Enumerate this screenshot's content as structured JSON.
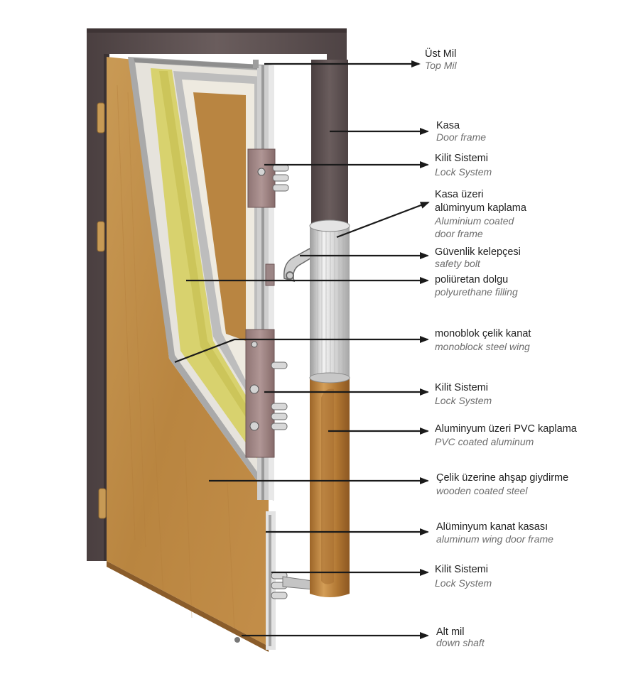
{
  "colors": {
    "frame": "#5c5050",
    "wood": "#c4914c",
    "wood_dark": "#a56f33",
    "steel": "#b7b7b7",
    "insulation": "#d8d26e",
    "leader": "#1a1a1a",
    "label_main": "#1e1e1e",
    "label_sub": "#6d6d6d"
  },
  "labels": [
    {
      "id": "top-shaft",
      "main": "Üst Mil",
      "sub": "Top Mil"
    },
    {
      "id": "door-frame",
      "main": "Kasa",
      "sub": "Door frame"
    },
    {
      "id": "lock-system-1",
      "main": "Kilit Sistemi",
      "sub": "Lock System"
    },
    {
      "id": "aluminium-coated-frame",
      "main": [
        "Kasa üzeri",
        "alüminyum kaplama"
      ],
      "sub": [
        "Aluminium coated",
        "door frame"
      ]
    },
    {
      "id": "safety-bolt",
      "main": "Güvenlik kelepçesi",
      "sub": "safety bolt"
    },
    {
      "id": "polyurethane-filling",
      "main": "poliüretan dolgu",
      "sub": "polyurethane filling"
    },
    {
      "id": "monoblock-steel-wing",
      "main": "monoblok çelik kanat",
      "sub": "monoblock steel wing"
    },
    {
      "id": "lock-system-2",
      "main": "Kilit Sistemi",
      "sub": "Lock System"
    },
    {
      "id": "pvc-coated-aluminum",
      "main": "Aluminyum üzeri PVC kaplama",
      "sub": "PVC coated aluminum"
    },
    {
      "id": "wooden-coated-steel",
      "main": "Çelik üzerine ahşap giydirme",
      "sub": "wooden coated steel"
    },
    {
      "id": "aluminum-wing-frame",
      "main": "Alüminyum kanat kasası",
      "sub": "aluminum wing door frame"
    },
    {
      "id": "lock-system-3",
      "main": "Kilit Sistemi",
      "sub": "Lock System"
    },
    {
      "id": "down-shaft",
      "main": "Alt mil",
      "sub": "down shaft"
    }
  ]
}
